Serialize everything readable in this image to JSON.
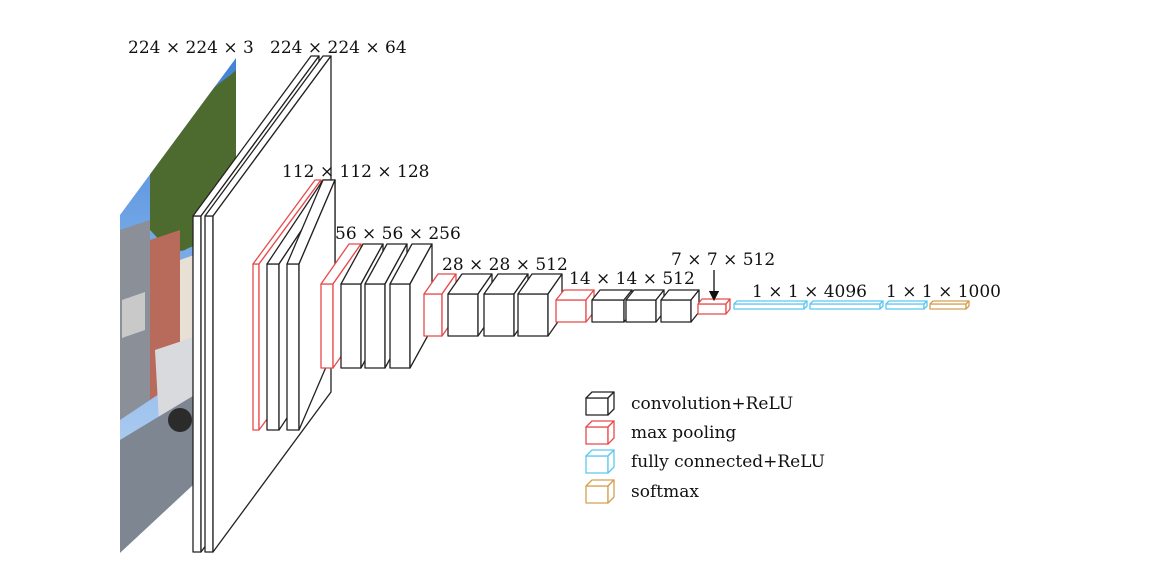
{
  "colors": {
    "conv": "#222222",
    "pool": "#e84a4a",
    "fc": "#5cc8f0",
    "softmax": "#d4a050"
  },
  "labels": {
    "input": "224 × 224 × 3",
    "block1": "224 × 224 × 64",
    "block2": "112 × 112 × 128",
    "block3": "56 × 56 × 256",
    "block4": "28 × 28 × 512",
    "block5": "14 × 14 × 512",
    "pool5": "7 × 7 × 512",
    "fc": "1 × 1 × 4096",
    "softmax": "1 × 1 × 1000"
  },
  "legend": {
    "conv": "convolution+ReLU",
    "pool": "max pooling",
    "fc": "fully connected+ReLU",
    "softmax": "softmax"
  }
}
